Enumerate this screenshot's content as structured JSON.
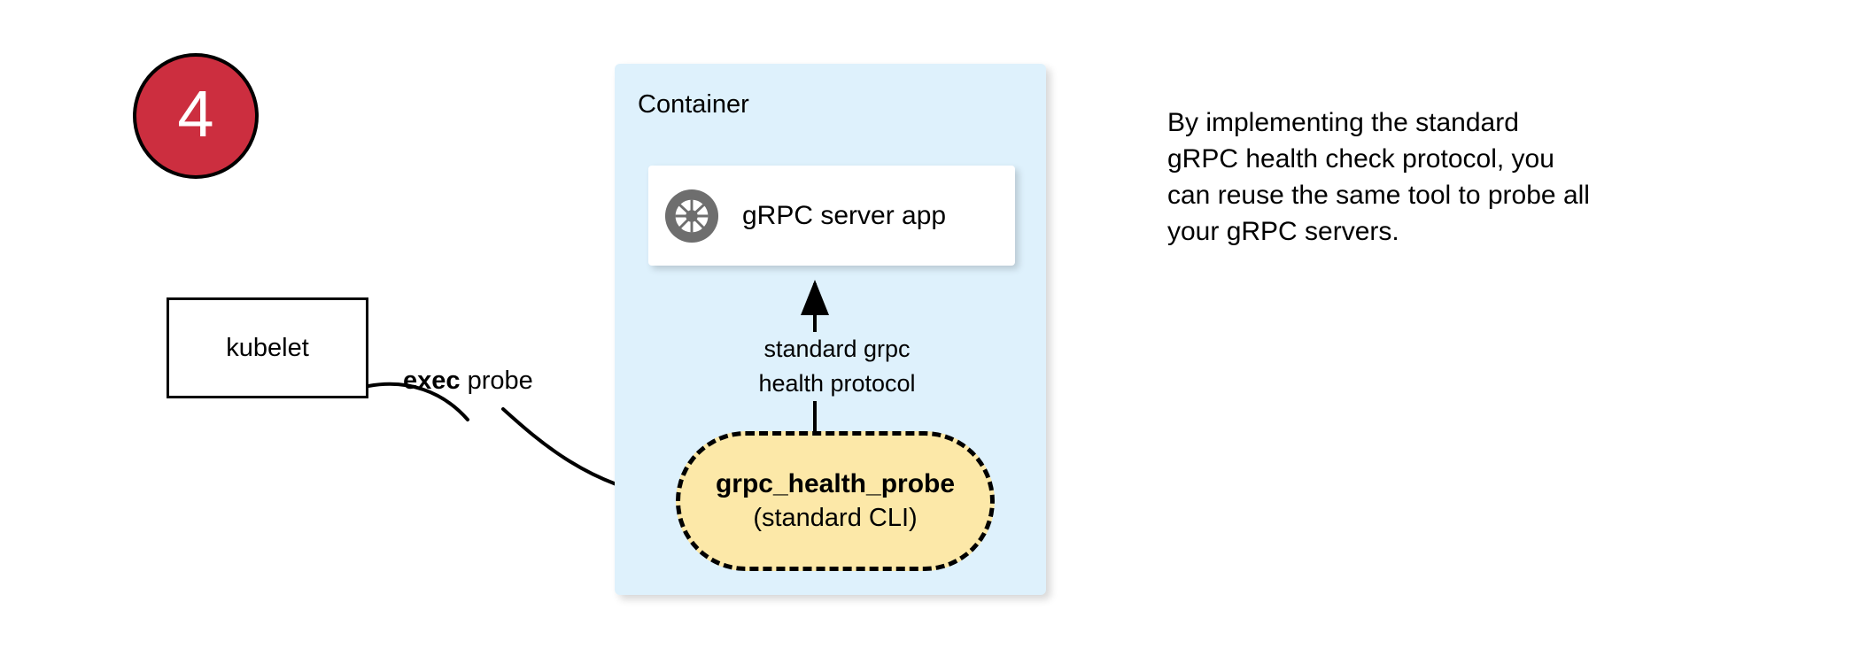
{
  "step": {
    "number": "4",
    "badge_color": "#CC2E3F",
    "text_color": "#FFFFFF"
  },
  "kubelet": {
    "label": "kubelet"
  },
  "exec_probe": {
    "emphasis": "exec",
    "rest": " probe"
  },
  "container": {
    "title": "Container",
    "fill_color": "#DEF1FC"
  },
  "server_card": {
    "icon": "grpc-logo-icon",
    "label": "gRPC server app",
    "icon_color": "#6E6E6E"
  },
  "protocol": {
    "line1": "standard grpc",
    "line2": "health protocol"
  },
  "probe": {
    "title": "grpc_health_probe",
    "subtitle": "(standard CLI)",
    "fill_color": "#FCE8A8",
    "border_color": "#000000"
  },
  "caption": {
    "line1": "By implementing the standard",
    "line2": "gRPC health check protocol, you",
    "line3": "can reuse the same tool to probe all",
    "line4": "your gRPC servers."
  }
}
